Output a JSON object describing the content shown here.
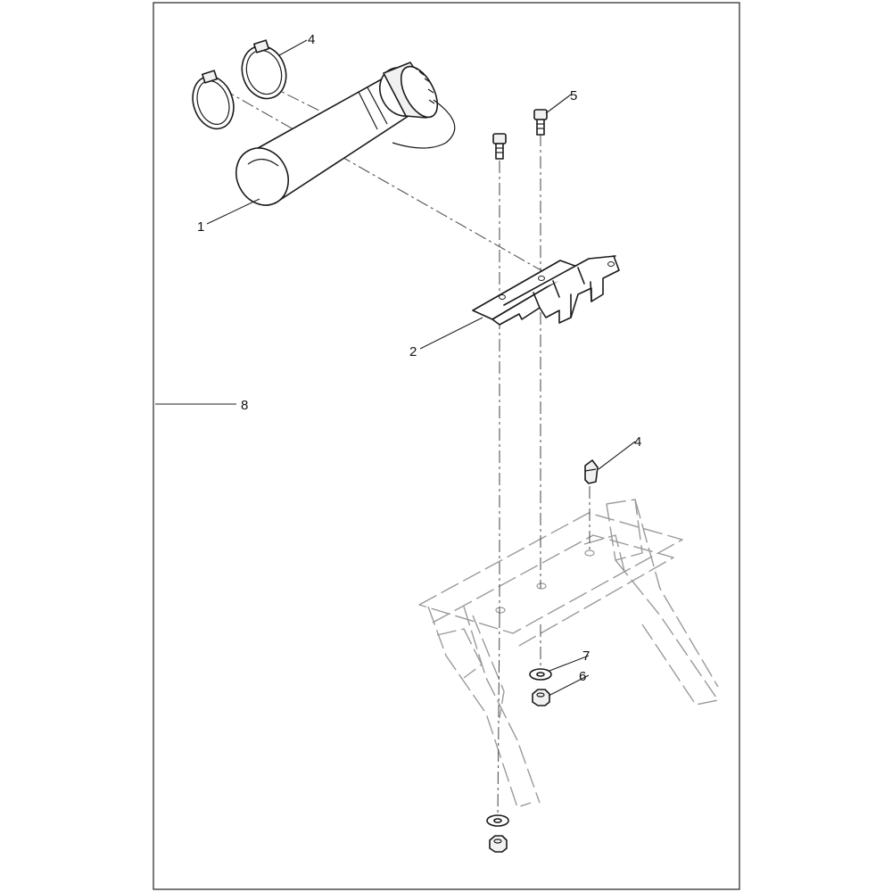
{
  "callouts": [
    {
      "id": "c1",
      "label": "1"
    },
    {
      "id": "c2",
      "label": "2"
    },
    {
      "id": "c4a",
      "label": "4"
    },
    {
      "id": "c4b",
      "label": "4"
    },
    {
      "id": "c5",
      "label": "5"
    },
    {
      "id": "c6",
      "label": "6"
    },
    {
      "id": "c7",
      "label": "7"
    },
    {
      "id": "c8",
      "label": "8"
    }
  ]
}
